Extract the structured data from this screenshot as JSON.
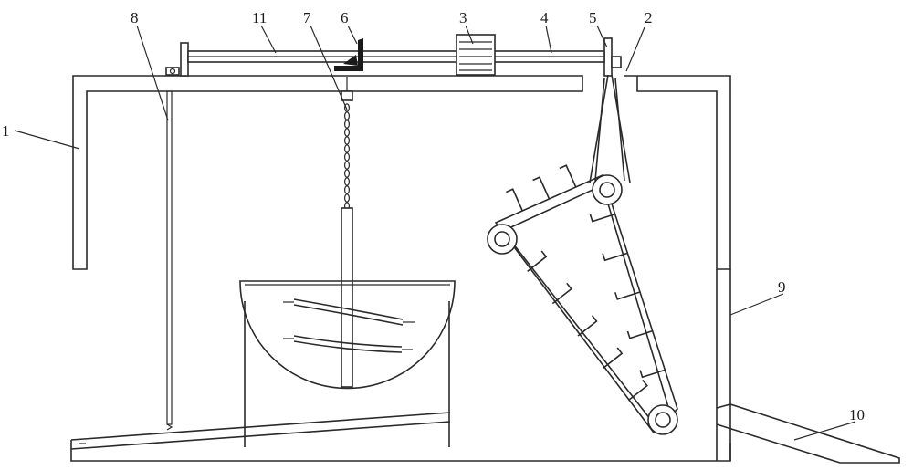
{
  "callouts": [
    "1",
    "2",
    "3",
    "4",
    "5",
    "6",
    "7",
    "8",
    "9",
    "10",
    "11"
  ],
  "colors": {
    "line": "#2a2a2a",
    "background": "#ffffff"
  }
}
